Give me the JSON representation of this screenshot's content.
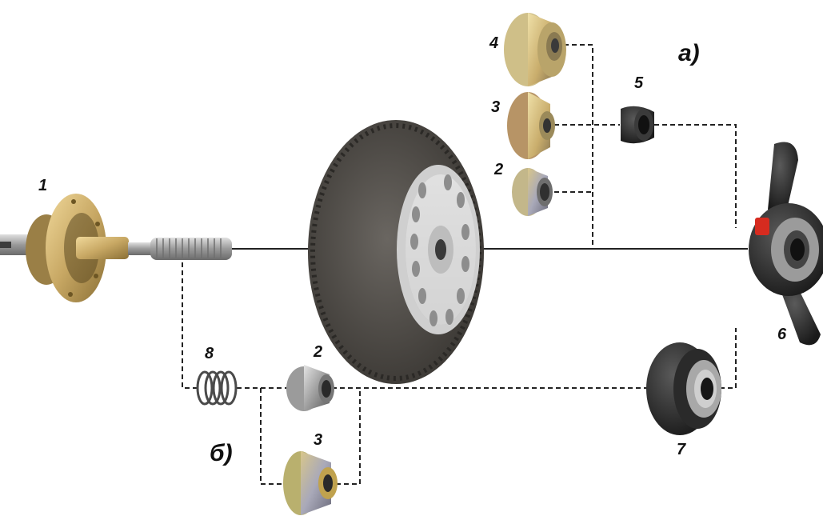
{
  "labels": {
    "hub": "1",
    "cone_small_a": "2",
    "cone_medium_a": "3",
    "cone_large_a": "4",
    "spacer_cup": "5",
    "wing_nut": "6",
    "pressure_cup": "7",
    "spring": "8",
    "cone_small_b": "2",
    "cone_medium_b": "3",
    "group_a": "а)",
    "group_b": "б)"
  },
  "colors": {
    "brass": "#c8a864",
    "tire": "#4a4743",
    "rim": "#e6e6e6",
    "dark_metal": "#2c2c2c",
    "steel": "#a9a9a9",
    "red_button": "#d62b1f"
  }
}
